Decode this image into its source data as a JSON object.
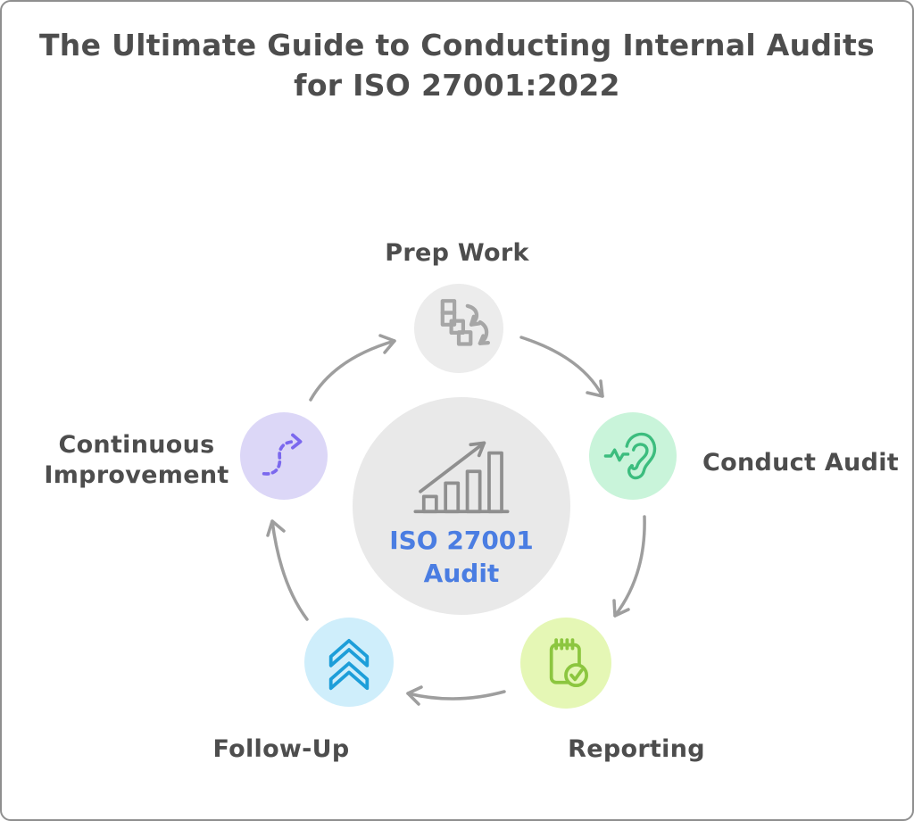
{
  "title": {
    "line1": "The Ultimate Guide to Conducting Internal Audits",
    "line2": "for ISO 27001:2022",
    "color": "#4d4d4d"
  },
  "center": {
    "line1": "ISO 27001",
    "line2": "Audit",
    "icon": "bar-chart-growth-icon",
    "circle_color": "#e9e9e9",
    "icon_color": "#8f8f8f",
    "text_color": "#4a7de2"
  },
  "nodes": [
    {
      "id": "prep-work",
      "label": "Prep Work",
      "icon": "process-blocks-sync-icon",
      "circle_color": "#ececec",
      "icon_color": "#a6a6a6"
    },
    {
      "id": "conduct-audit",
      "label": "Conduct Audit",
      "icon": "listening-ear-icon",
      "circle_color": "#c9f4da",
      "icon_color": "#3cbd7e"
    },
    {
      "id": "reporting",
      "label": "Reporting",
      "icon": "notepad-check-icon",
      "circle_color": "#e5f7b5",
      "icon_color": "#8cc63f"
    },
    {
      "id": "follow-up",
      "label": "Follow-Up",
      "icon": "double-chevron-up-icon",
      "circle_color": "#cfeefb",
      "icon_color": "#1d9ed9"
    },
    {
      "id": "continuous-improvement",
      "label": "Continuous Improvement",
      "icon": "dashed-curve-arrow-icon",
      "circle_color": "#dcd7f7",
      "icon_color": "#7b68ee"
    }
  ],
  "arrows": {
    "color": "#9e9e9e",
    "connections": [
      {
        "from": "prep-work",
        "to": "conduct-audit"
      },
      {
        "from": "conduct-audit",
        "to": "reporting"
      },
      {
        "from": "reporting",
        "to": "follow-up"
      },
      {
        "from": "follow-up",
        "to": "continuous-improvement"
      },
      {
        "from": "continuous-improvement",
        "to": "prep-work"
      }
    ]
  }
}
